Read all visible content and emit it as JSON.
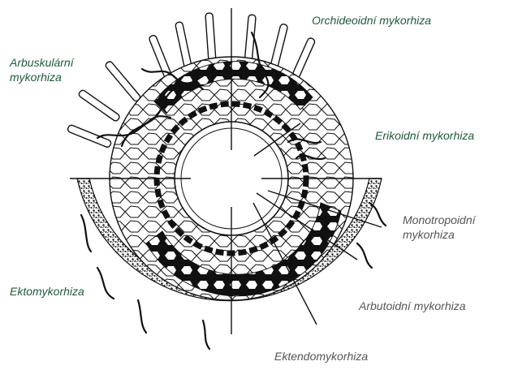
{
  "colors": {
    "label_green": "#1e5a3a",
    "label_gray": "#555555",
    "ink": "#111111",
    "background": "#ffffff"
  },
  "labels": {
    "orchideoid": "Orchideoidní mykorhiza",
    "arbuskularni": "Arbuskulární mykorhiza",
    "erikoidni": "Erikoidní mykorhiza",
    "monotropoidni": "Monotropoidní mykorhiza",
    "ektomykorhiza": "Ektomykorhiza",
    "arbutoidni": "Arbutoidní mykorhiza",
    "ektendomykorhiza": "Ektendomykorhiza"
  }
}
